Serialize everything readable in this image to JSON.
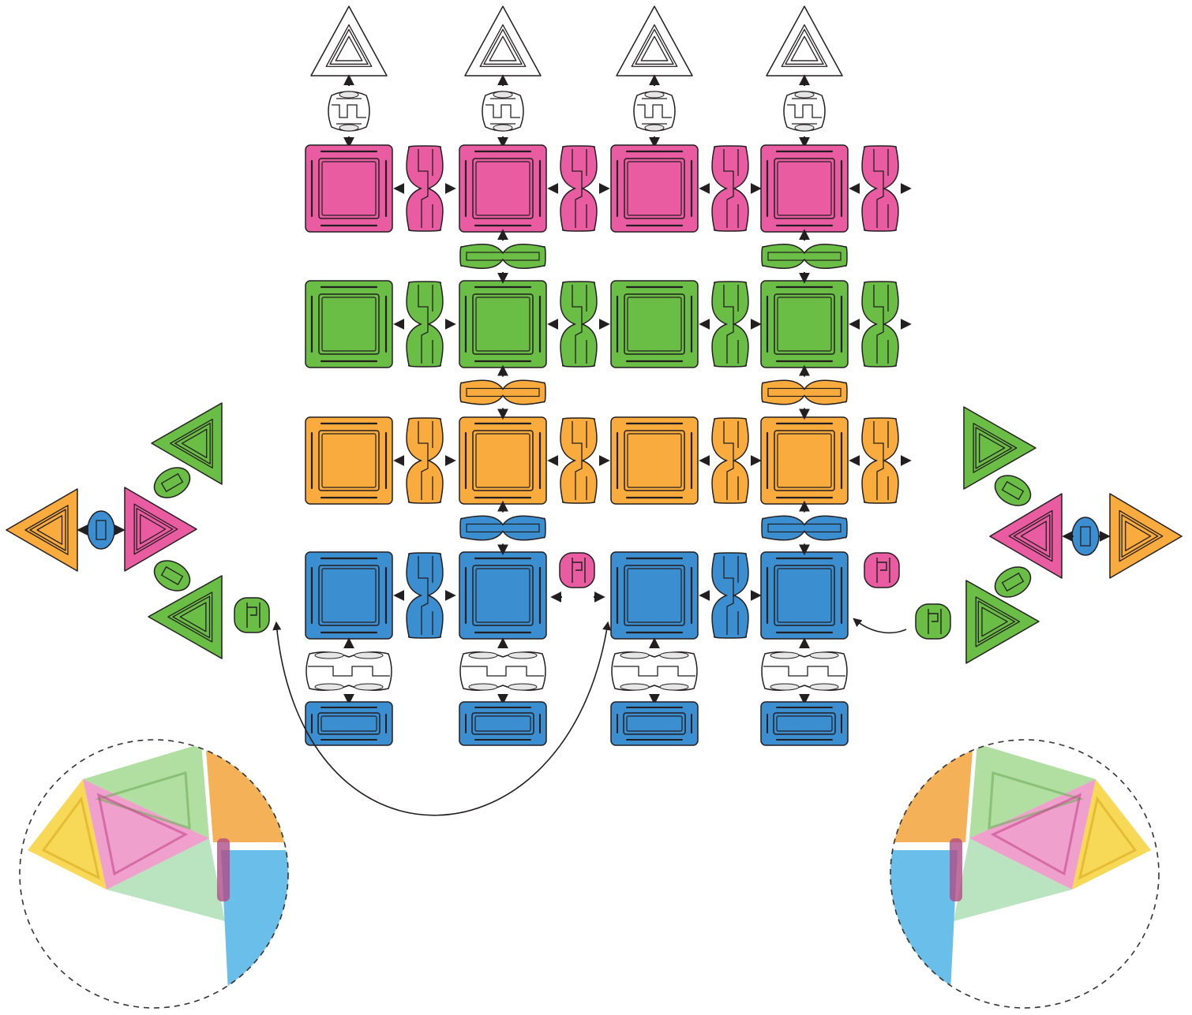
{
  "diagram": {
    "title": "",
    "colors": {
      "pink": "#E95CA1",
      "green": "#6BBE45",
      "orange": "#F9AC3D",
      "blue": "#3B8FD1",
      "white": "#FFFFFF",
      "outline": "#231F20"
    },
    "grid": {
      "columns": 4,
      "row_colors": [
        "pink",
        "green",
        "orange",
        "blue"
      ],
      "top_caps": "white-triangle",
      "bottom_caps": "blue-rectangle"
    },
    "left_cluster": {
      "triangles": [
        "green",
        "pink",
        "orange",
        "green"
      ],
      "connectors": [
        "green",
        "blue",
        "green",
        "green"
      ]
    },
    "right_cluster": {
      "triangles": [
        "green",
        "pink",
        "orange",
        "green"
      ],
      "connectors": [
        "green",
        "blue",
        "green",
        "green"
      ]
    },
    "detail_photos": [
      {
        "name": "left-assembly-closeup",
        "colors": [
          "yellow",
          "green",
          "pink",
          "orange",
          "blue"
        ]
      },
      {
        "name": "right-assembly-closeup",
        "colors": [
          "orange",
          "green",
          "pink",
          "yellow",
          "blue"
        ]
      }
    ]
  }
}
